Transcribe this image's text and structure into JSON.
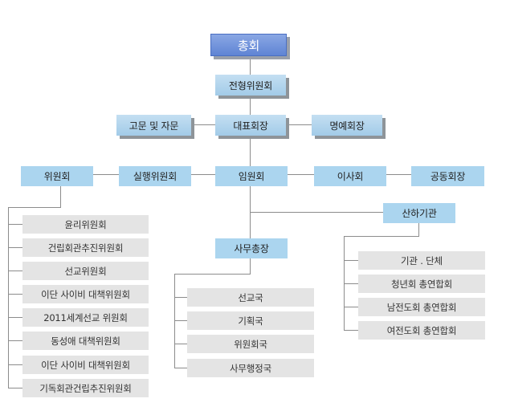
{
  "org": {
    "general_assembly": "총회",
    "nominating_committee": "전형위원회",
    "representative": "대표회장",
    "advisors": "고문 및 자문",
    "honorary_chairman": "명예회장",
    "row": {
      "committees": "위원회",
      "executive_committee": "실행위원회",
      "officers": "임원회",
      "board": "이사회",
      "co_chairmen": "공동회장"
    },
    "committee_list": [
      "윤리위원회",
      "건립회관추진위원회",
      "선교위원회",
      "이단 사이비 대책위원회",
      "2011세계선교 위원회",
      "동성애 대책위원회",
      "이단 사이비 대책위원회",
      "기독회관건립추진위원회"
    ],
    "secretary_general": "사무총장",
    "secretariat_departments": [
      "선교국",
      "기획국",
      "위원회국",
      "사무행정국"
    ],
    "affiliated_orgs": "산하기관",
    "affiliated_list": [
      "기관 . 단체",
      "청년회 총연합회",
      "남전도회 총연합회",
      "여전도회 총연합회"
    ]
  },
  "colors": {
    "top_node": "#6f90d8",
    "bevel_node": "#b3d4ee",
    "flat_node": "#abd5ef",
    "leaf_node": "#e4e4e4",
    "connector": "#8c8c8c"
  }
}
